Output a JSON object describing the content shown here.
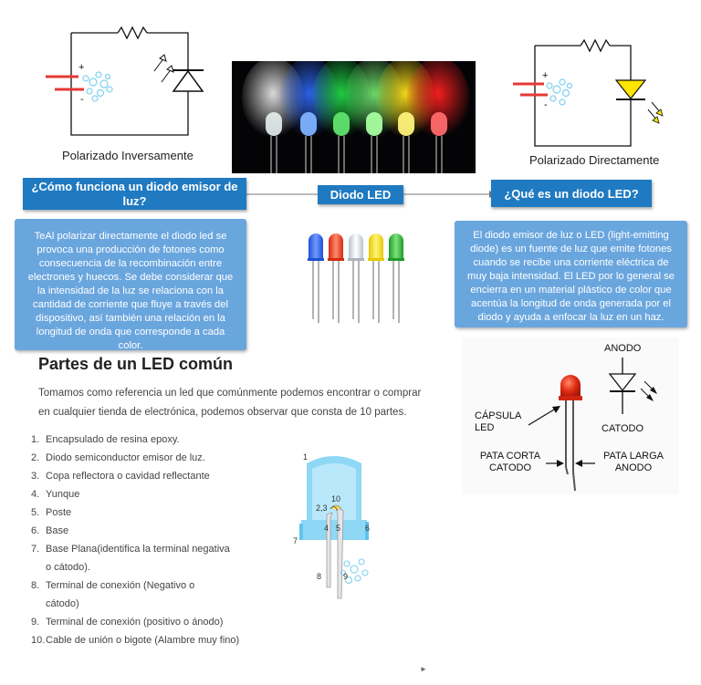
{
  "top": {
    "reverse_caption": "Polarizado Inversamente",
    "direct_caption": "Polarizado Directamente"
  },
  "center": {
    "title": "Diodo LED",
    "left_question": "¿Cómo funciona un diodo emisor de luz?",
    "right_question": "¿Qué es un diodo LED?"
  },
  "left_text": "TeAl polarizar directamente el diodo led se provoca una producción de fotones como consecuencia de la recombinación entre electrones y huecos. Se debe considerar que la intensidad de la luz se relaciona con la cantidad de corriente que fluye a través del dispositivo, así también una relación en la longitud de onda que corresponde a cada color.",
  "right_text": "El diodo emisor de luz o LED (light-emitting diode) es un fuente de luz que emite fotones cuando se recibe una corriente eléctrica de muy baja intensidad. El LED por lo general se encierra en un material plástico de color que acentúa la longitud de onda generada por el diodo y ayuda a enfocar la luz en un haz.",
  "parts": {
    "title": "Partes de un LED común",
    "intro": "Tomamos como referencia un led que comúnmente podemos encontrar o comprar en cualquier tienda de electrónica, podemos observar que consta de 10 partes.",
    "items": [
      {
        "num": "1.",
        "text": "Encapsulado de resina epoxy."
      },
      {
        "num": "2.",
        "text": "Diodo semiconductor emisor de luz."
      },
      {
        "num": "3.",
        "text": "Copa reflectora o cavidad reflectante"
      },
      {
        "num": "4.",
        "text": "Yunque"
      },
      {
        "num": "5.",
        "text": "Poste"
      },
      {
        "num": "6.",
        "text": "Base"
      },
      {
        "num": "7.",
        "text": "Base Plana(identifica la terminal negativa o cátodo)."
      },
      {
        "num": "8.",
        "text": "Terminal de conexión (Negativo o cátodo)"
      },
      {
        "num": "9.",
        "text": "Terminal de conexión (positivo o ánodo)"
      },
      {
        "num": "10.",
        "text": "Cable de unión o bigote (Alambre muy fino)"
      }
    ]
  },
  "diagram_numbers": {
    "n1": "1",
    "n10": "10",
    "n23": "2,3",
    "n4": "4",
    "n5": "5",
    "n6": "6",
    "n7": "7",
    "n8": "8",
    "n9": "9"
  },
  "led_diagram": {
    "anodo": "ANODO",
    "catodo": "CATODO",
    "capsula": "CÁPSULA LED",
    "pata_corta": "PATA CORTA CATODO",
    "pata_larga": "PATA LARGA ANODO"
  },
  "colors": {
    "dark_blue": "#1f7ac1",
    "light_blue": "#6aa6de",
    "cyan_led": "#7fd0f0",
    "battery_red": "#e53935",
    "diode_yellow": "#ffe600"
  }
}
